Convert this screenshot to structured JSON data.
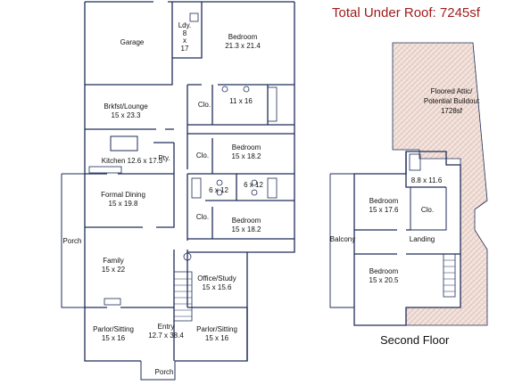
{
  "header": {
    "total_under_roof": "Total Under Roof: 7245sf",
    "color": "#a01c1c"
  },
  "second_floor_title": "Second Floor",
  "colors": {
    "wall": "#1f2d5a",
    "attic_fill": "#f1e6dc",
    "attic_hatch": "#e0b8b8"
  },
  "first_floor": {
    "rooms": {
      "laundry": [
        "Ldy.",
        "8",
        "x",
        "17"
      ],
      "garage": [
        "Garage"
      ],
      "bedroom1": [
        "Bedroom",
        "21.3 x 21.4"
      ],
      "bath1": [
        "11 x 16"
      ],
      "closet1": [
        "Clo."
      ],
      "breakfast": [
        "Brkfst/Lounge",
        "15 x 23.3"
      ],
      "bedroom2": [
        "Bedroom",
        "15 x 18.2"
      ],
      "closet2": [
        "Clo."
      ],
      "kitchen": [
        "Kitchen  12.6 x 17.3"
      ],
      "pantry": [
        "Pty."
      ],
      "bath2": [
        "6 x 12"
      ],
      "bath3": [
        "6 x 12"
      ],
      "formal_dining": [
        "Formal Dining",
        "15 x 19.8"
      ],
      "closet3": [
        "Clo."
      ],
      "bedroom3": [
        "Bedroom",
        "15 x 18.2"
      ],
      "porch_side": [
        "Porch"
      ],
      "family": [
        "Family",
        "15 x 22"
      ],
      "office": [
        "Office/Study",
        "15 x 15.6"
      ],
      "parlor_left": [
        "Parlor/Sitting",
        "15 x 16"
      ],
      "entry": [
        "Entry",
        "12.7 x 38.4"
      ],
      "parlor_right": [
        "Parlor/Sitting",
        "15 x 16"
      ],
      "porch_front": [
        "Porch"
      ]
    }
  },
  "second_floor": {
    "rooms": {
      "attic": [
        "Floored Attic/",
        "Potential Buildout",
        "1728sf"
      ],
      "bath": [
        "8.8 x 11.6"
      ],
      "closet": [
        "Clo."
      ],
      "bedroom1": [
        "Bedroom",
        "15 x 17.6"
      ],
      "balcony": [
        "Balcony"
      ],
      "landing": [
        "Landing"
      ],
      "bedroom2": [
        "Bedroom",
        "15 x 20.5"
      ]
    }
  }
}
